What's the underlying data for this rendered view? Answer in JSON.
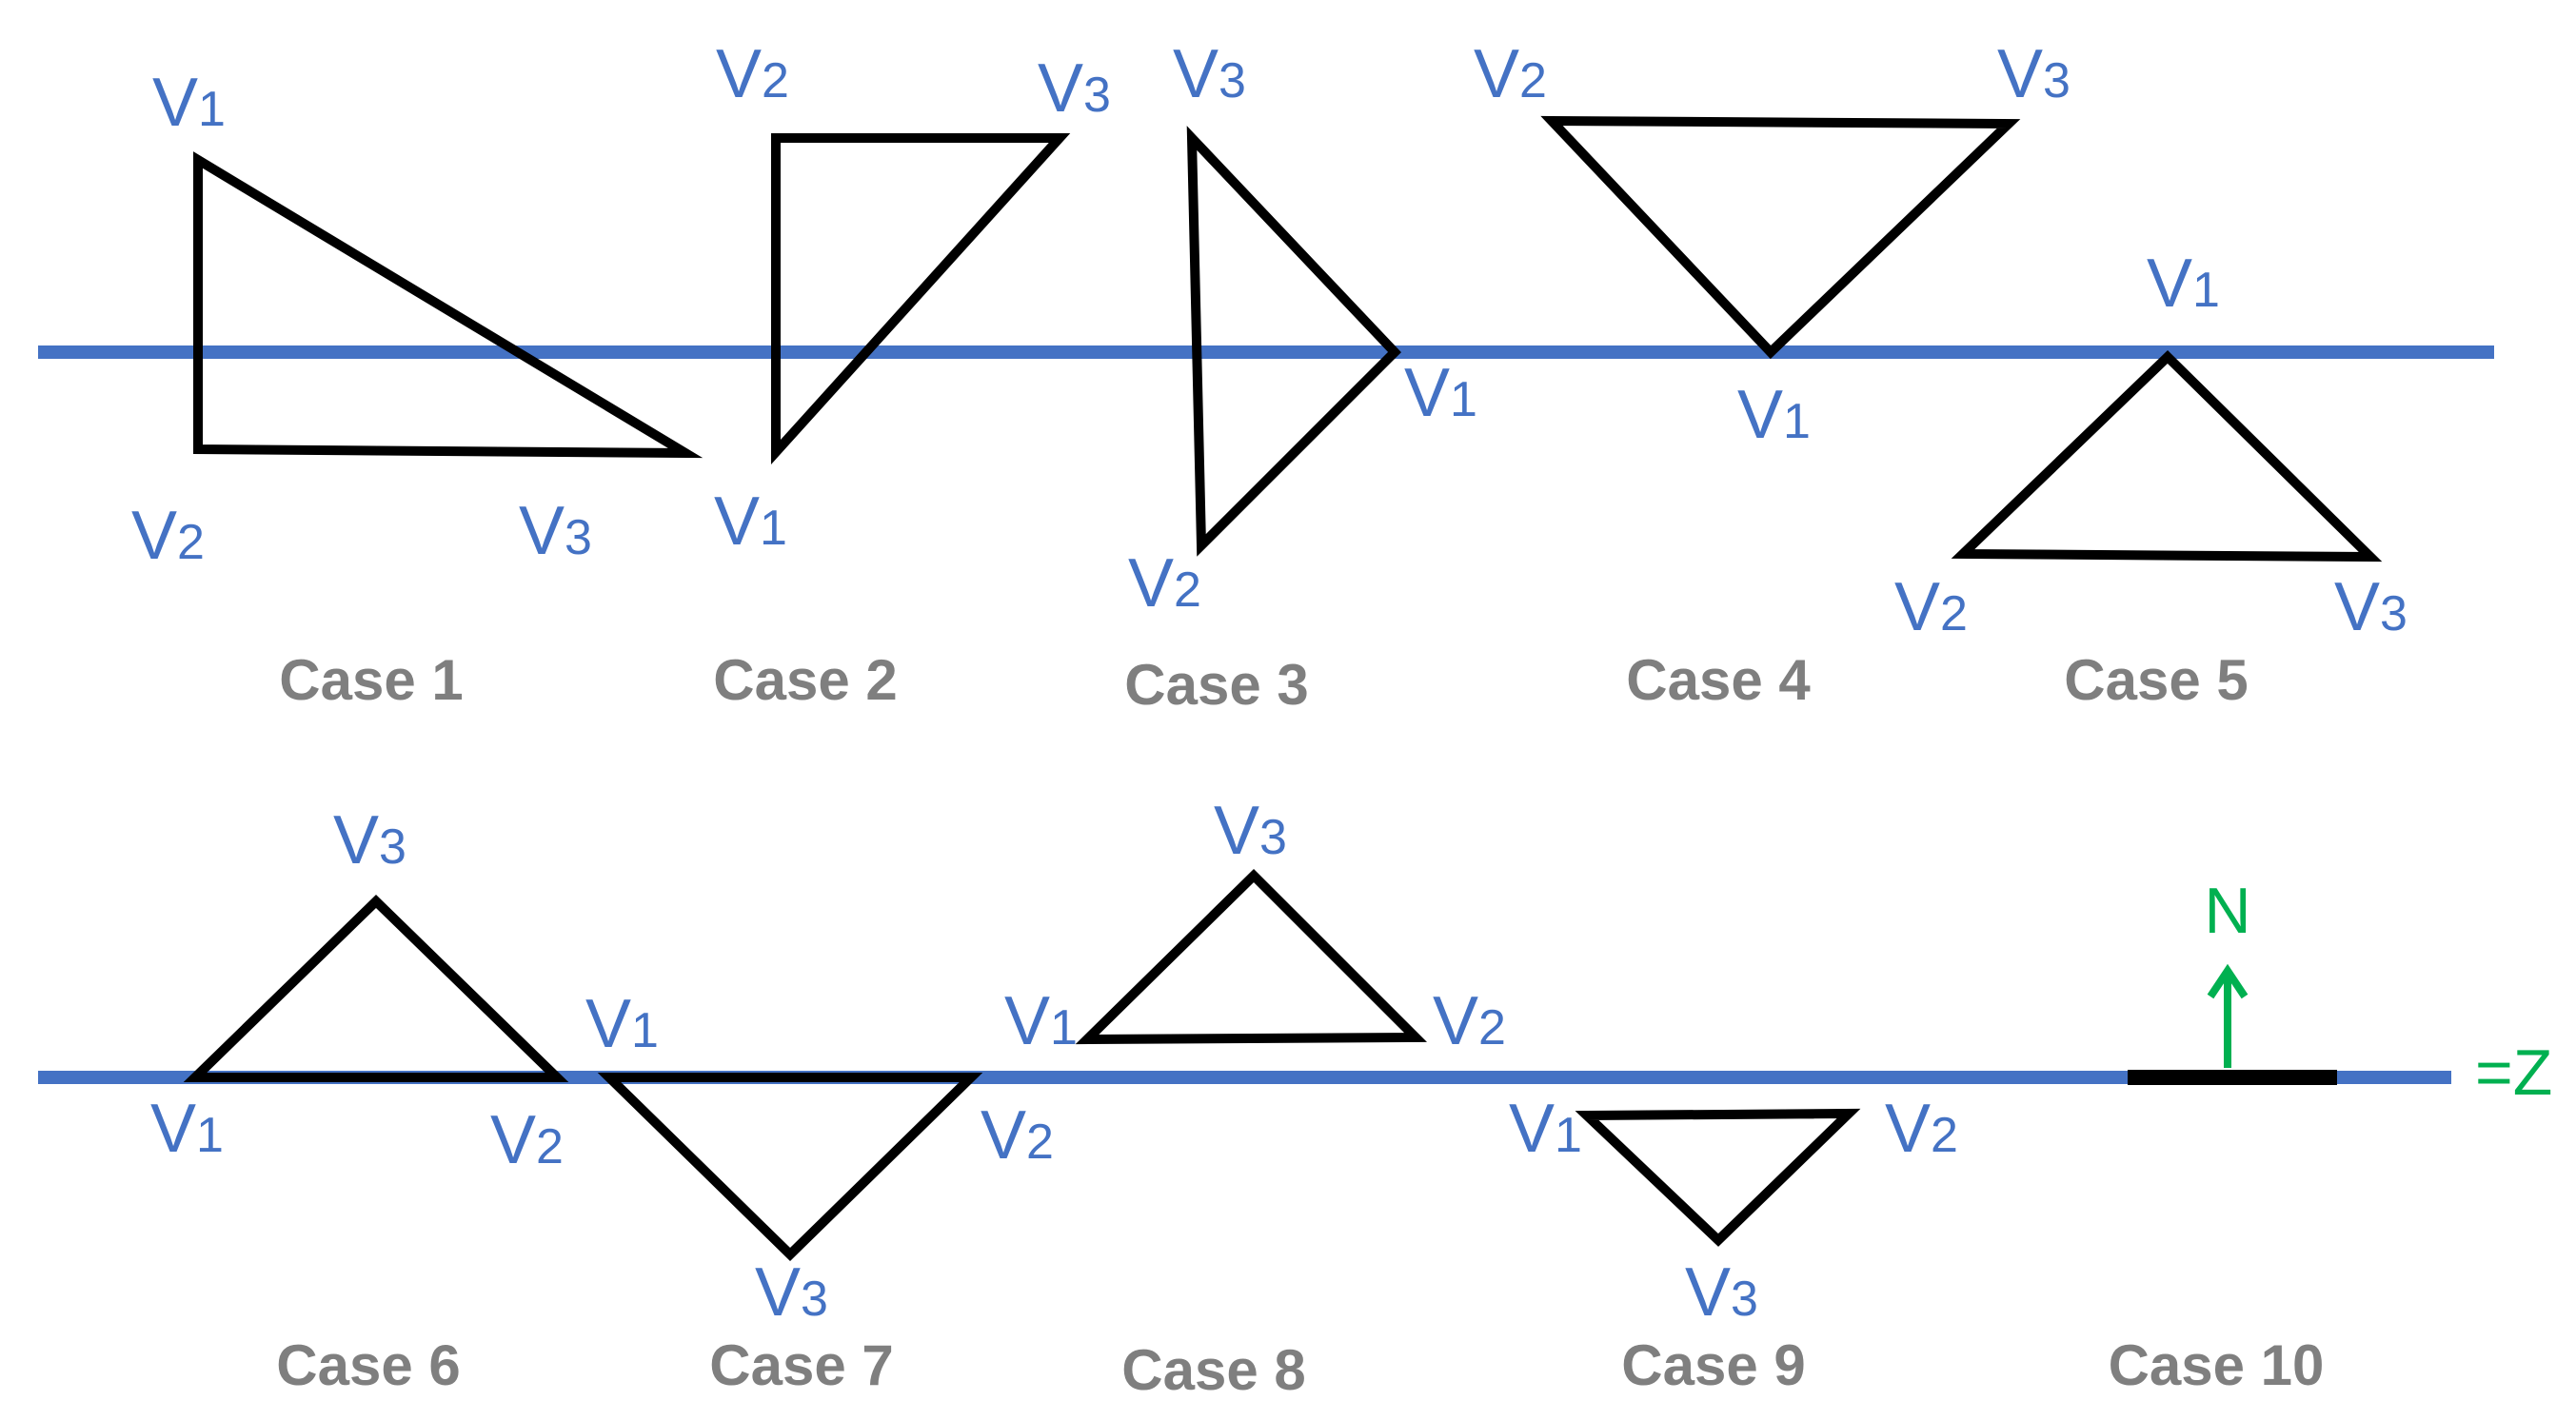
{
  "vertex_letter": "V",
  "cases": [
    {
      "label": "Case 1"
    },
    {
      "label": "Case 2"
    },
    {
      "label": "Case 3"
    },
    {
      "label": "Case 4"
    },
    {
      "label": "Case 5"
    },
    {
      "label": "Case 6"
    },
    {
      "label": "Case 7"
    },
    {
      "label": "Case 8"
    },
    {
      "label": "Case 9"
    },
    {
      "label": "Case 10"
    }
  ],
  "case10": {
    "normal_label": "N",
    "plane_label": "=Z"
  },
  "colors": {
    "plane": "#4472C4",
    "vertex_labels": "#4472C4",
    "triangle": "#000000",
    "case_labels": "#7F7F7F",
    "normal": "#00B050"
  }
}
